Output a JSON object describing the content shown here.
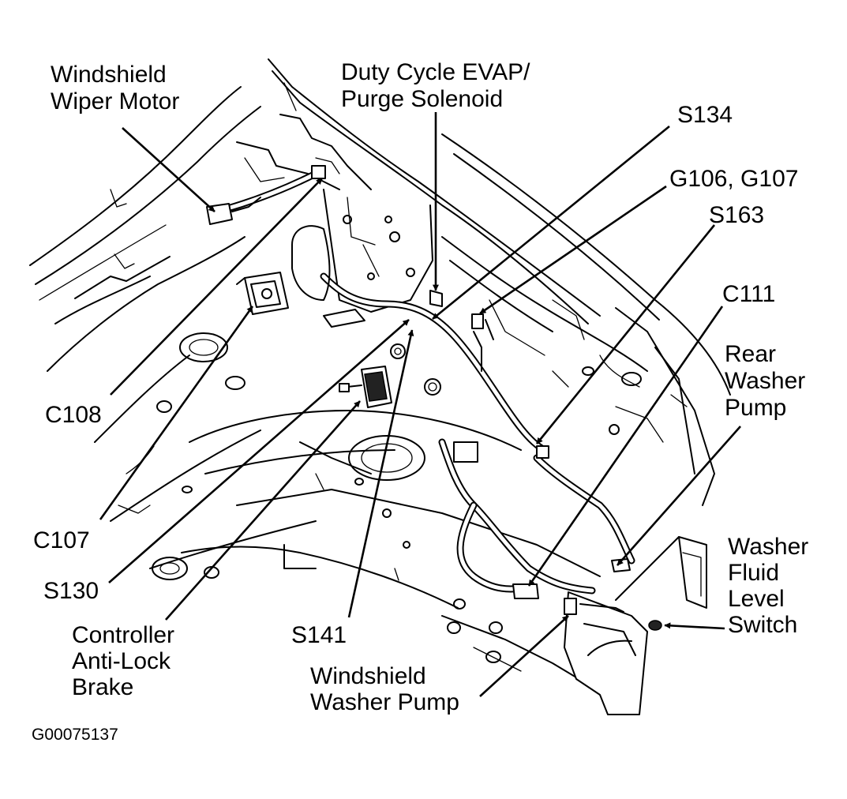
{
  "labels": {
    "wiper_motor": [
      "Windshield",
      "Wiper Motor"
    ],
    "evap_solenoid": [
      "Duty Cycle EVAP/",
      "Purge Solenoid"
    ],
    "s134": "S134",
    "g106_g107": "G106, G107",
    "s163": "S163",
    "c111": "C111",
    "rear_washer_pump": [
      "Rear",
      "Washer",
      "Pump"
    ],
    "c108": "C108",
    "c107": "C107",
    "s130": "S130",
    "abs_controller": [
      "Controller",
      "Anti-Lock",
      "Brake"
    ],
    "s141": "S141",
    "windshield_washer_pump": [
      "Windshield",
      "Washer Pump"
    ],
    "washer_fluid_switch": [
      "Washer",
      "Fluid",
      "Level",
      "Switch"
    ]
  },
  "figure_id": "G00075137"
}
